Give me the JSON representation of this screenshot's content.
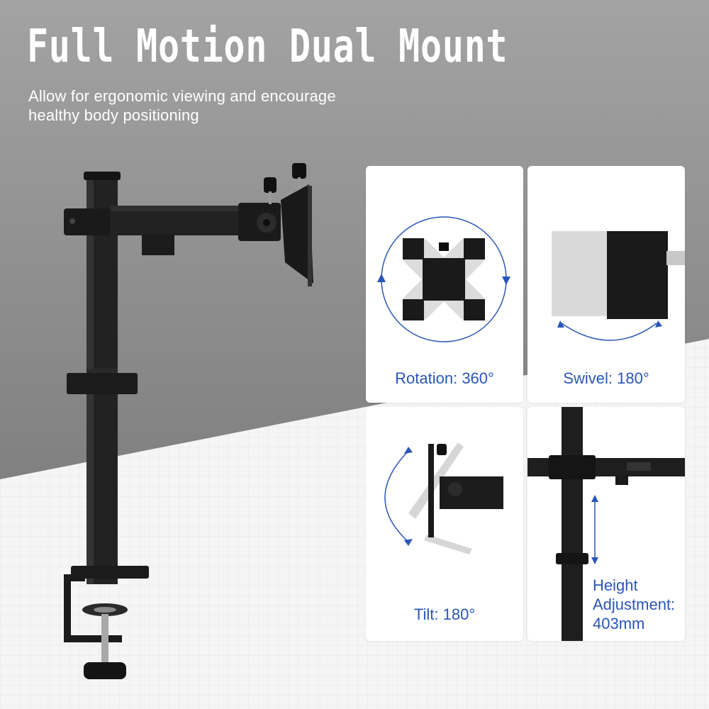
{
  "header": {
    "title": "Full Motion Dual Mount",
    "subtitle_lines": [
      "Allow for ergonomic viewing and encourage",
      "healthy body positioning"
    ]
  },
  "features": [
    {
      "label": "Rotation: 360°"
    },
    {
      "label": "Swivel: 180°"
    },
    {
      "label": "Tilt: 180°"
    },
    {
      "label_lines": [
        "Height",
        "Adjustment:",
        "403mm"
      ]
    }
  ],
  "colors": {
    "accent": "#2a55b8",
    "backdrop_dark": "#8f8f8f",
    "backdrop_light": "#f4f4f4",
    "metal": "#1e1e1e"
  }
}
